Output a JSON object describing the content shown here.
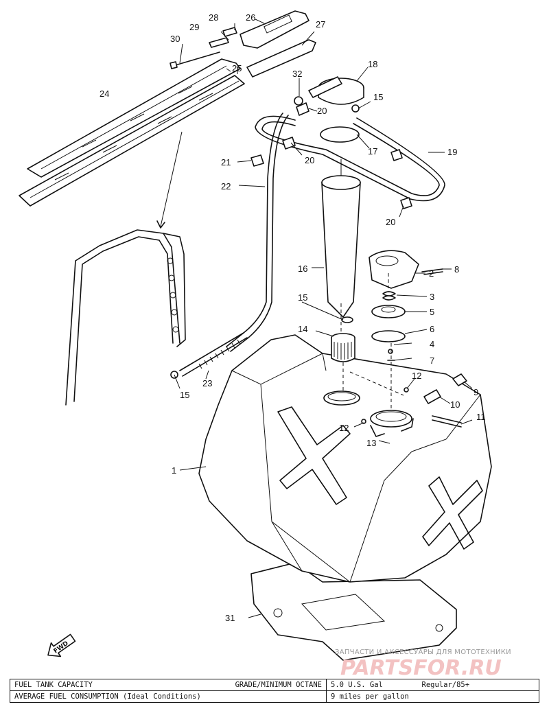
{
  "parts": {
    "p1": "1",
    "p2": "2",
    "p3": "3",
    "p4": "4",
    "p5": "5",
    "p6": "6",
    "p7": "7",
    "p8": "8",
    "p9": "9",
    "p10": "10",
    "p11": "11",
    "p12a": "12",
    "p12b": "12",
    "p13": "13",
    "p14": "14",
    "p15a": "15",
    "p15b": "15",
    "p15c": "15",
    "p16": "16",
    "p17": "17",
    "p18": "18",
    "p19": "19",
    "p20a": "20",
    "p20b": "20",
    "p20c": "20",
    "p21": "21",
    "p22": "22",
    "p23": "23",
    "p24": "24",
    "p25": "25",
    "p26": "26",
    "p27": "27",
    "p28": "28",
    "p29": "29",
    "p30": "30",
    "p31": "31",
    "p32": "32"
  },
  "fwd_label": "FWD",
  "watermark": {
    "text": "ЗАПЧАСТИ И АКСЕССУАРЫ ДЛЯ МОТОТЕХНИКИ",
    "logo": "PARTSFOR.RU"
  },
  "spec_table": {
    "row1": {
      "label": "FUEL TANK CAPACITY",
      "grade_label": "GRADE/MINIMUM OCTANE",
      "capacity": "5.0 U.S. Gal",
      "grade": "Regular/85+"
    },
    "row2": {
      "label": "AVERAGE FUEL CONSUMPTION (Ideal Conditions)",
      "consumption": "9 miles per gallon"
    }
  }
}
